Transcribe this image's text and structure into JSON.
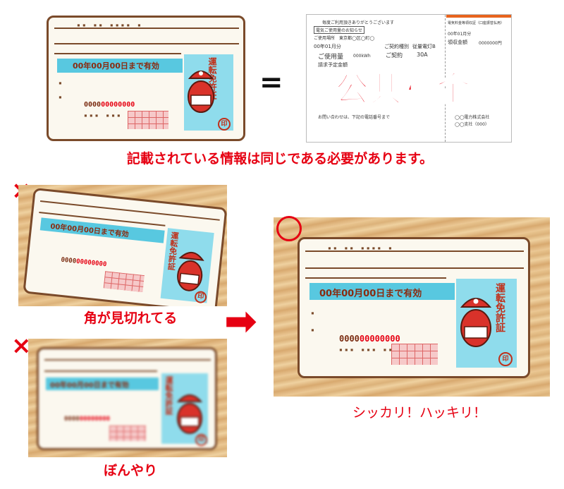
{
  "top": {
    "card": {
      "validity": "00年00月00日まで有効",
      "license_label": "運転免許証",
      "id_prefix": "0000",
      "id_red": "00000000",
      "stamp": "印"
    },
    "equals": "=",
    "bill": {
      "header": "毎度ご利用頂きありがとうございます",
      "stamp_label": "電気ご使用量のお知らせ",
      "place": "ご使用場所　東京都◯区◯町◯",
      "month": "00年01月分",
      "usage_label": "ご使用量",
      "usage": "000kWh",
      "contract_type_label": "ご契約種別",
      "contract_type": "従量電灯B",
      "contract_label": "ご契約",
      "contract": "30A",
      "estimate_label": "請求予定金額",
      "right_title": "電気料金等領収証（口座振替払用）",
      "right_month": "00年01月分",
      "right_amount_label": "領収金額",
      "right_amount": "0000000円",
      "company": "◯◯電力株式会社",
      "company_sub": "◯◯支社（000）",
      "overlay": "公共料金",
      "footer_note": "お問い合わせは、下記の電話番号まで"
    },
    "caption": "記載されている情報は同じである必要があります。"
  },
  "bad1": {
    "mark": "×",
    "card": {
      "validity": "00年00月00日まで有効",
      "license_label": "運転免許証",
      "id_prefix": "0000",
      "id_red": "00000000",
      "stamp": "印"
    },
    "caption": "角が見切れてる"
  },
  "bad2": {
    "mark": "×",
    "card": {
      "validity": "00年00月00日まで有効",
      "license_label": "運転免許証",
      "id_prefix": "0000",
      "id_red": "00000000",
      "stamp": "印"
    },
    "caption": "ぼんやり"
  },
  "arrow": "➡",
  "good": {
    "card": {
      "validity": "00年00月00日まで有効",
      "license_label": "運転免許証",
      "id_prefix": "0000",
      "id_red": "00000000",
      "stamp": "印"
    },
    "caption": "シッカリ！ハッキリ！"
  },
  "colors": {
    "accent_red": "#e60012",
    "card_border": "#7a4a2a",
    "cyan_band": "#58c8e0",
    "wood": "#dcb27a"
  }
}
